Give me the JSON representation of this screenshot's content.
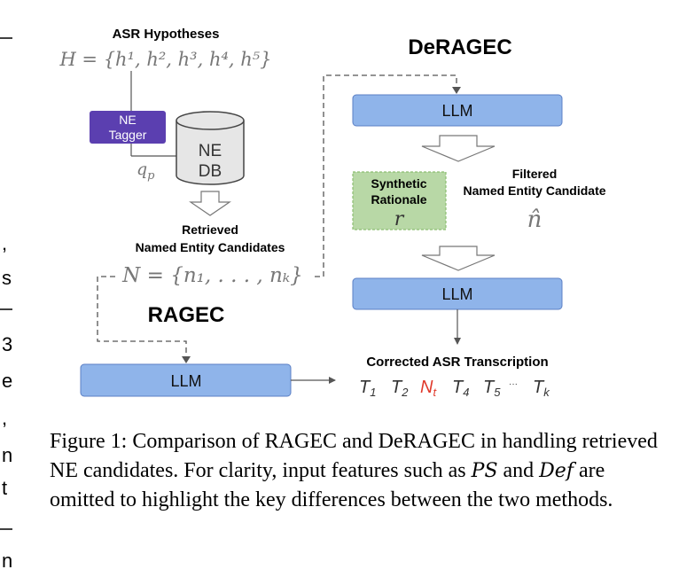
{
  "left_column_fragments": [
    ",",
    "s",
    "3",
    "e",
    ",",
    "n",
    "t",
    "n"
  ],
  "asr_hypotheses": {
    "title": "ASR Hypotheses",
    "formula": "H = {h¹, h², h³, h⁴, h⁵}"
  },
  "ne_tagger": {
    "line1": "NE",
    "line2": "Tagger"
  },
  "query_label": "q",
  "query_sub": "p",
  "ne_db": {
    "line1": "NE",
    "line2": "DB"
  },
  "retrieved": {
    "line1": "Retrieved",
    "line2": "Named Entity Candidates"
  },
  "candidates_formula": "N = {n₁, . . . , nₖ}",
  "ragec": {
    "title": "RAGEC",
    "llm_label": "LLM"
  },
  "deragec": {
    "title": "DeRAGEC",
    "llm_top_label": "LLM",
    "llm_bottom_label": "LLM",
    "rationale_line1": "Synthetic",
    "rationale_line2": "Rationale",
    "rationale_symbol": "r",
    "filtered_line1": "Filtered",
    "filtered_line2": "Named Entity Candidate",
    "filtered_symbol": "n̂"
  },
  "corrected": {
    "title": "Corrected ASR Transcription",
    "tokens": [
      {
        "base": "T",
        "sub": "1"
      },
      {
        "base": "T",
        "sub": "2"
      },
      {
        "base": "N",
        "sub": "t"
      },
      {
        "base": "T",
        "sub": "4"
      },
      {
        "base": "T",
        "sub": "5"
      },
      {
        "base": "T",
        "sub": "k"
      }
    ],
    "ellipsis": "···"
  },
  "caption": {
    "part1": "Figure 1: Comparison of RAGEC and DeRAGEC in handling retrieved NE candidates. For clarity, input features such as ",
    "ps": "PS",
    "part2": " and ",
    "def": "Def",
    "part3": " are omitted to highlight the key differences between the two methods."
  },
  "colors": {
    "llm_fill": "#8fb4ea",
    "llm_stroke": "#5b7fc4",
    "tagger_fill": "#5b3fb0",
    "rationale_fill": "#b8d8a6",
    "rationale_stroke": "#8cbd72",
    "db_fill": "#e6e6e6",
    "highlight_red": "#e0392b",
    "gray_text": "#777777"
  }
}
